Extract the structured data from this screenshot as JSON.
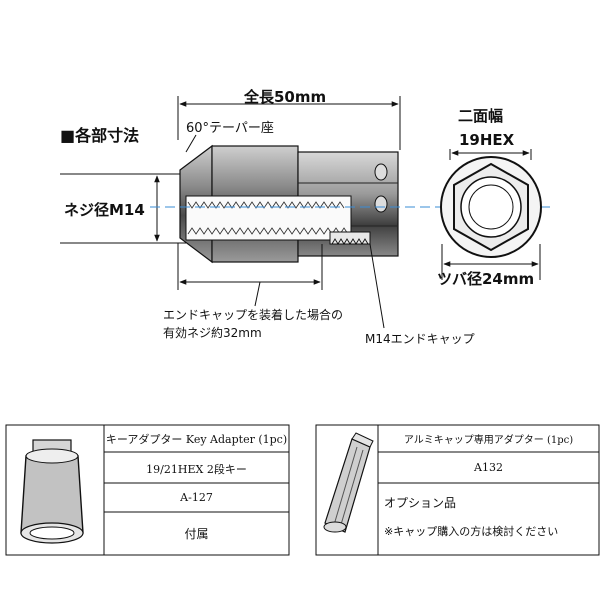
{
  "dimension_diagram": {
    "section_title": "■各部寸法",
    "overall_length": "全長50mm",
    "taper_seat": "60°テーパー座",
    "thread_diameter": "ネジ径M14",
    "hex_size_line1": "二面幅",
    "hex_size_line2": "19HEX",
    "flange_diameter": "ツバ径24mm",
    "effective_thread_line1": "エンドキャップを装着した場合の",
    "effective_thread_line2": "有効ネジ約32mm",
    "end_cap": "M14エンドキャップ"
  },
  "accessories": {
    "key_adapter": {
      "name": "キーアダプター Key Adapter (1pc)",
      "spec": "19/21HEX 2段キー",
      "part_number": "A-127",
      "status": "付属"
    },
    "cap_adapter": {
      "name": "アルミキャップ専用アダプター (1pc)",
      "part_number": "A132",
      "status": "オプション品",
      "note": "※キャップ購入の方は検討ください"
    }
  }
}
